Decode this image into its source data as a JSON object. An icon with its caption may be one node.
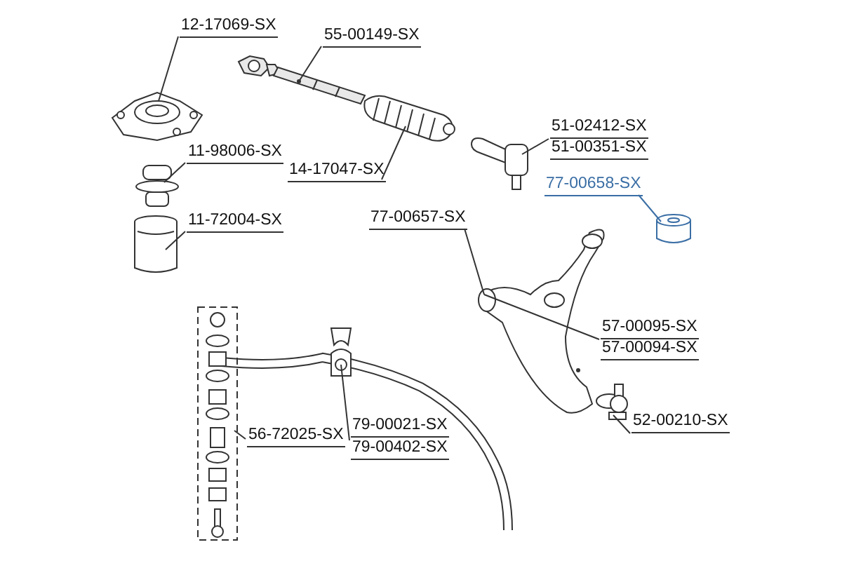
{
  "diagram": {
    "nodes": [
      {
        "text": [
          "12-17069-SX"
        ]
      },
      {
        "text": [],
        "shape": "picture"
      },
      {
        "text": [
          "55-00149-SX"
        ]
      },
      {
        "text": [],
        "shape": "picture"
      },
      {
        "text": [
          "14-17047-SX"
        ]
      },
      {
        "text": [],
        "shape": "picture"
      },
      {
        "text": [
          "11-98006-SX"
        ]
      },
      {
        "text": [],
        "shape": "picture"
      },
      {
        "text": [
          "11-72004-SX"
        ]
      },
      {
        "text": [],
        "shape": "picture"
      },
      {
        "text": [
          "51-02412-SX"
        ]
      },
      {
        "text": [
          "51-00351-SX"
        ]
      },
      {
        "text": [],
        "shape": "picture"
      },
      {
        "text": [
          "77-00658-SX"
        ]
      },
      {
        "text": [],
        "shape": "picture"
      },
      {
        "text": [
          "77-00657-SX"
        ]
      },
      {
        "text": [],
        "shape": "picture"
      },
      {
        "text": [
          "57-00095-SX"
        ]
      },
      {
        "text": [
          "57-00094-SX"
        ]
      },
      {
        "text": [
          "52-00210-SX"
        ]
      },
      {
        "text": [],
        "shape": "picture"
      },
      {
        "text": [
          "56-72025-SX"
        ]
      },
      {
        "text": [],
        "shape": "picture"
      },
      {
        "text": [
          "79-00021-SX"
        ]
      },
      {
        "text": [
          "79-00402-SX"
        ]
      },
      {
        "text": [],
        "shape": "picture"
      }
    ],
    "edges": [
      {
        "from": 0,
        "to": 1,
        "arrow": "none"
      },
      {
        "from": 2,
        "to": 3,
        "arrow": "none"
      },
      {
        "from": 4,
        "to": 5,
        "arrow": "none"
      },
      {
        "from": 6,
        "to": 7,
        "arrow": "none"
      },
      {
        "from": 8,
        "to": 9,
        "arrow": "none"
      },
      {
        "from": 10,
        "to": 12,
        "arrow": "none"
      },
      {
        "from": 11,
        "to": 12,
        "arrow": "none"
      },
      {
        "from": 13,
        "to": 14,
        "arrow": "none",
        "color": "#3a6ea5"
      },
      {
        "from": 15,
        "to": 16,
        "arrow": "none"
      },
      {
        "from": 17,
        "to": 16,
        "arrow": "none"
      },
      {
        "from": 18,
        "to": 16,
        "arrow": "none"
      },
      {
        "from": 19,
        "to": 20,
        "arrow": "none"
      },
      {
        "from": 21,
        "to": 22,
        "arrow": "none"
      },
      {
        "from": 23,
        "to": 25,
        "arrow": "none"
      },
      {
        "from": 24,
        "to": 25,
        "arrow": "none"
      }
    ]
  }
}
